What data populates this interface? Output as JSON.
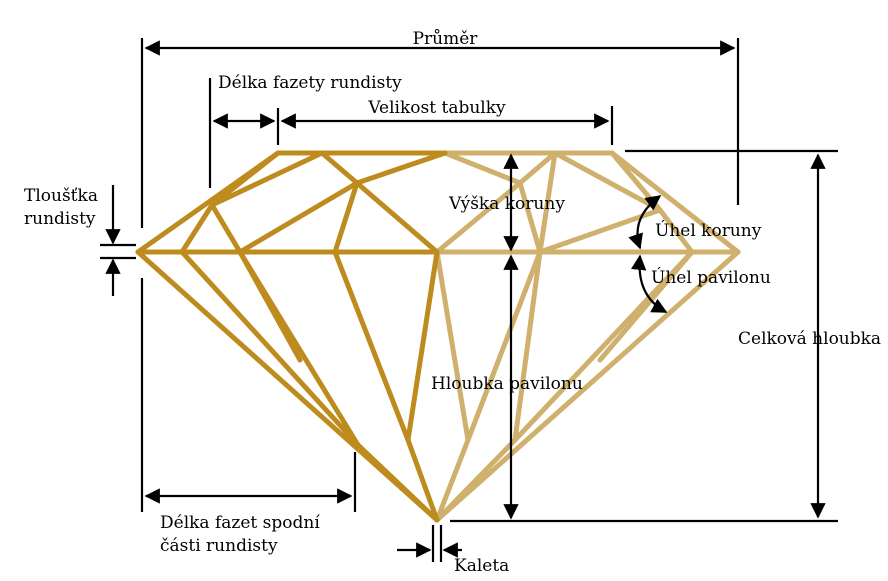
{
  "colors": {
    "gold_dark": "#BE8C1E",
    "gold_light": "#CFB06C",
    "dimension": "#000000",
    "background": "#FFFFFF"
  },
  "labels": {
    "prumer": "Průměr",
    "delka_fazety_rundisty": "Délka fazety rundisty",
    "velikost_tabulky": "Velikost tabulky",
    "tloustka_rundisty_1": "Tloušťka",
    "tloustka_rundisty_2": "rundisty",
    "vyska_koruny": "Výška koruny",
    "uhel_koruny": "Úhel koruny",
    "uhel_pavilonu": "Úhel pavilonu",
    "celkova_hloubka": "Celková hloubka",
    "hloubka_pavilonu": "Hloubka pavilonu",
    "delka_fazet_spodni_1": "Délka fazet spodní",
    "delka_fazet_spodni_2": "části rundisty",
    "kaleta": "Kaleta"
  }
}
